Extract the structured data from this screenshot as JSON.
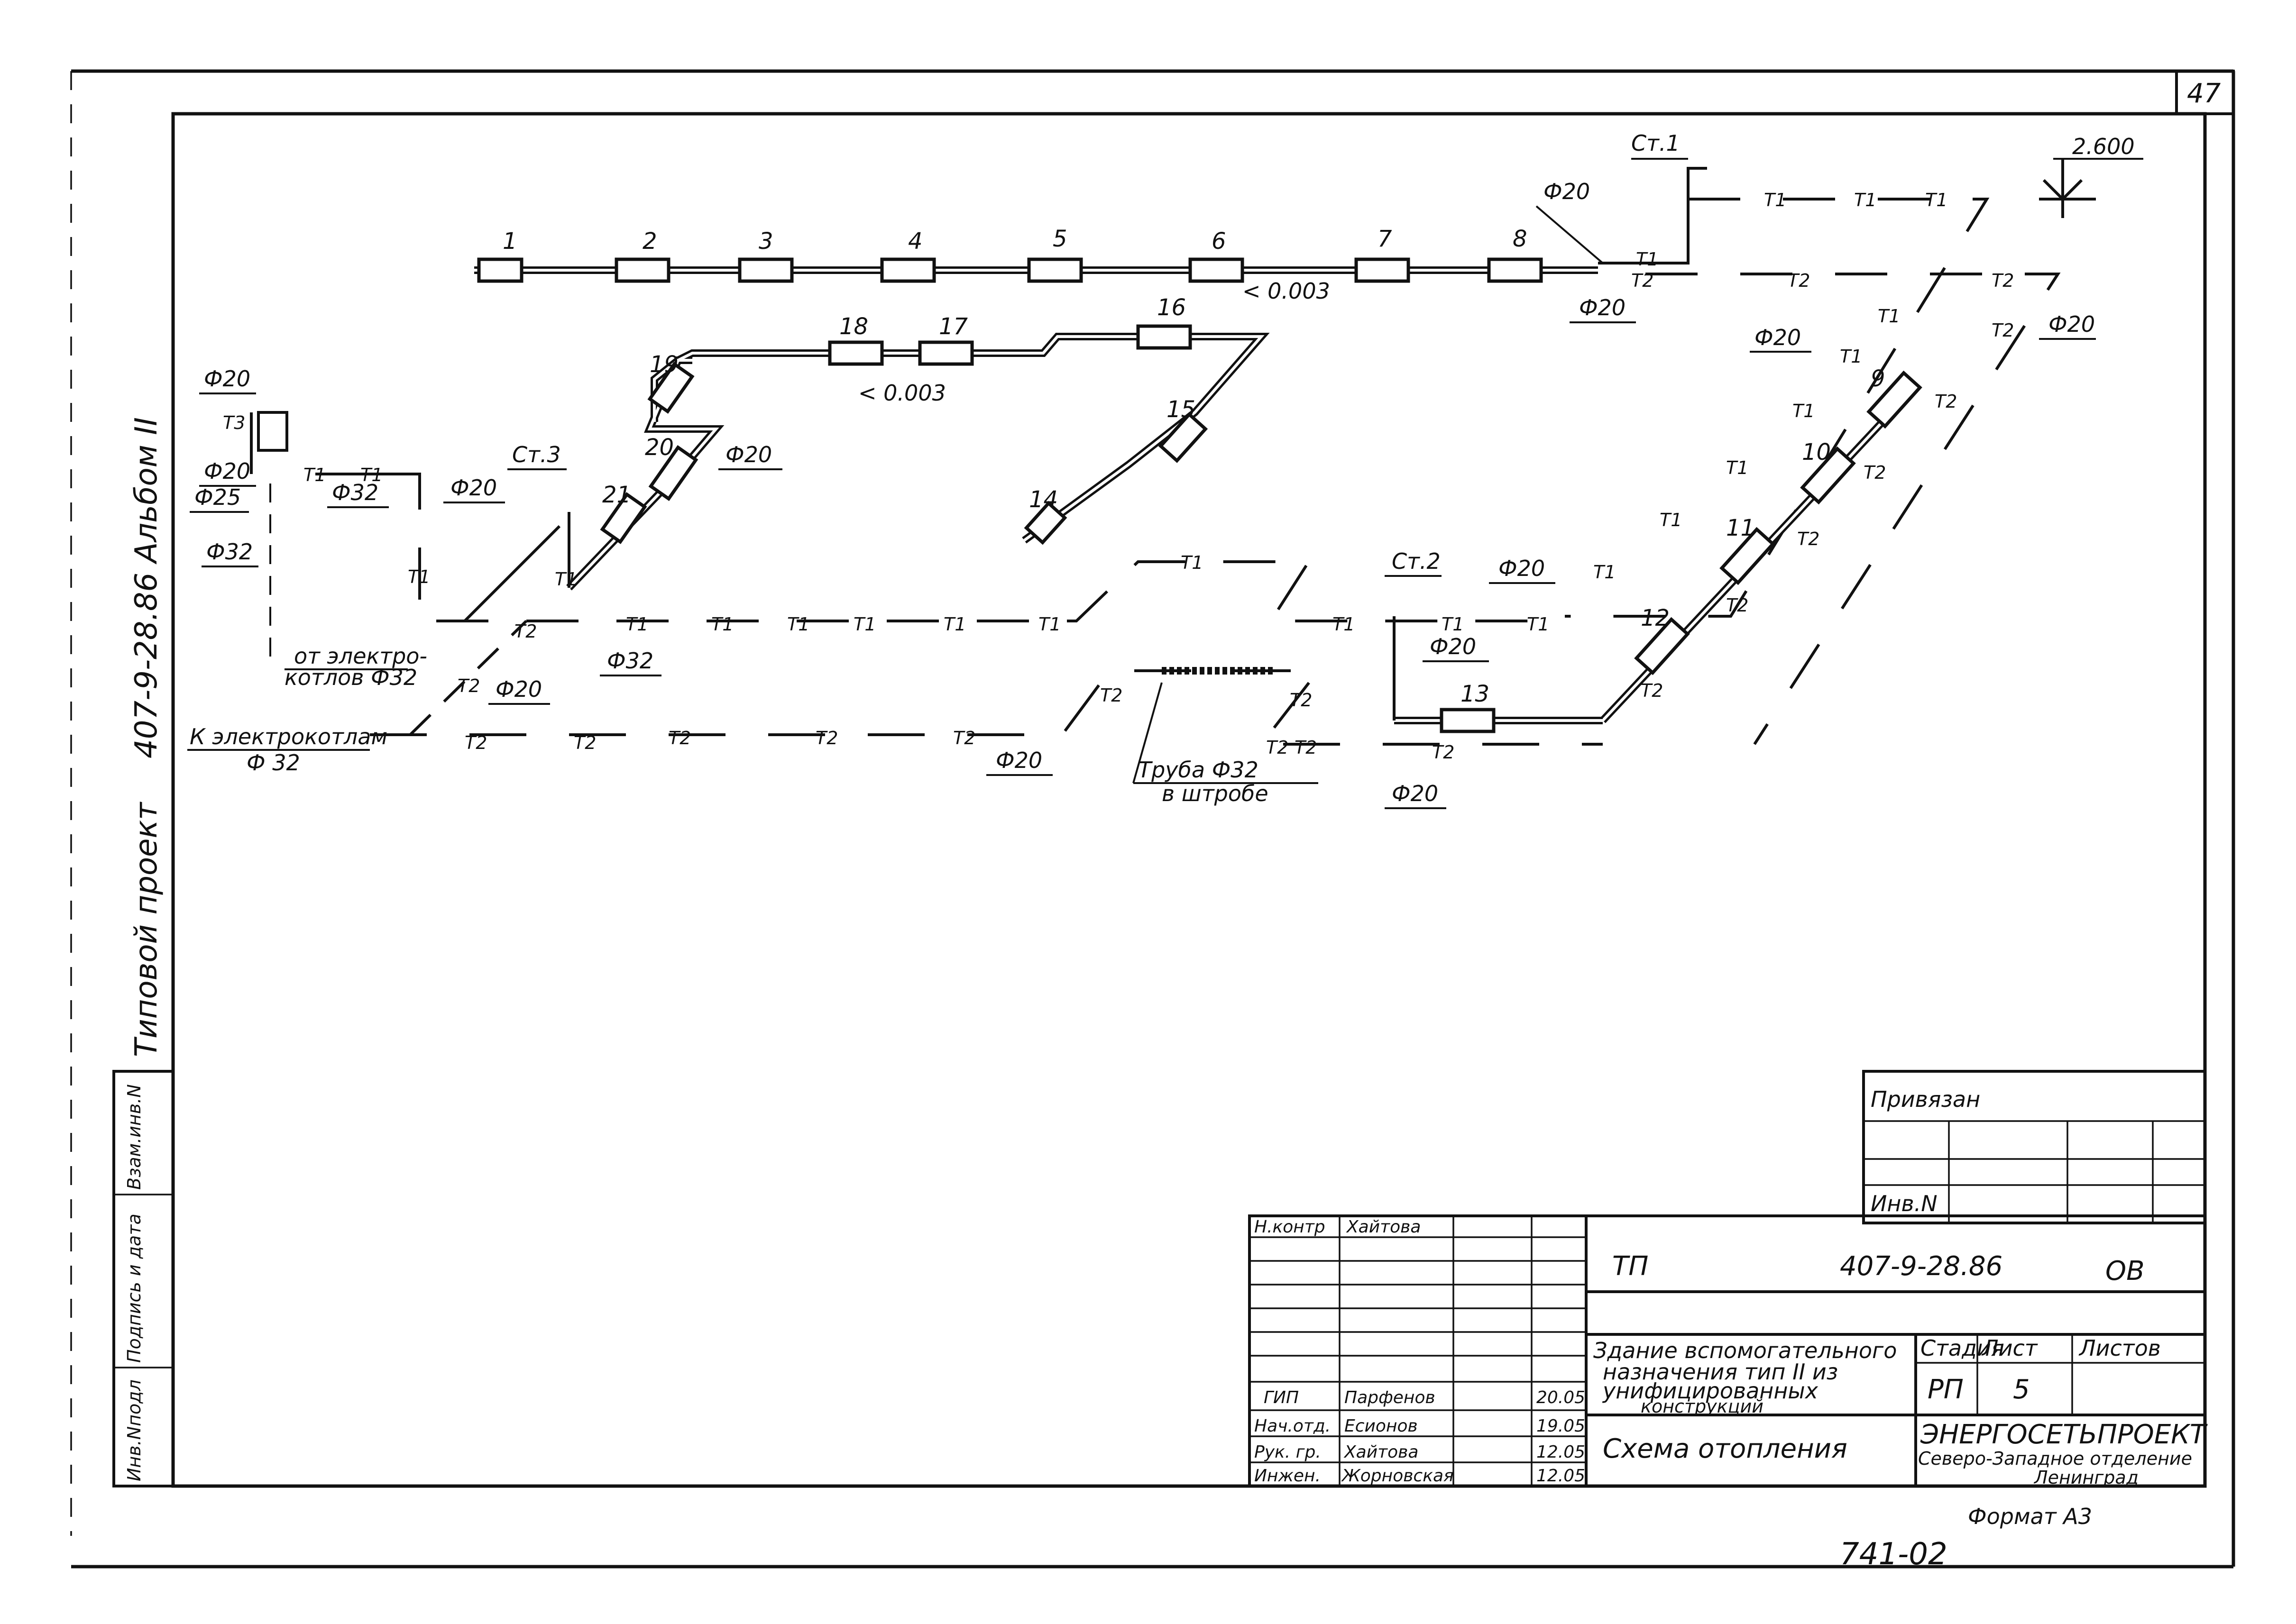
{
  "sheet": {
    "sheet_no": "47",
    "side_title_1": "Типовой проект",
    "side_title_2": "407-9-28.86 Альбом II",
    "side_stamp": [
      "Инв.Nподл",
      "Подпись и дата",
      "Взам.инв.N"
    ],
    "format": "Формат А3",
    "handwritten_no": "741-02"
  },
  "diagram": {
    "level_mark": "2.600",
    "slope_1": "< 0.003",
    "slope_2": "< 0.003",
    "risers": [
      "Ст.1",
      "Ст.2",
      "Ст.3"
    ],
    "radiators": [
      "1",
      "2",
      "3",
      "4",
      "5",
      "6",
      "7",
      "8",
      "9",
      "10",
      "11",
      "12",
      "13",
      "14",
      "15",
      "16",
      "17",
      "18",
      "19",
      "20",
      "21"
    ],
    "supply": "Т1",
    "return": "Т2",
    "d20": "Ф20",
    "d25": "Ф25",
    "d32": "Ф32",
    "from_boilers_1": "от электро-",
    "from_boilers_2": "котлов Ф32",
    "to_boiler_1": "К электрокотлам",
    "to_boiler_2": "Ф 32",
    "pipe_note_1": "Труба Ф32",
    "pipe_note_2": "в штробе",
    "t3": "Т3"
  },
  "title_block": {
    "bound_label": "Привязан",
    "inv_label": "Инв.N",
    "roles": [
      "Н.контр",
      "ГИП",
      "Нач.отд.",
      "Рук. гр.",
      "Инжен."
    ],
    "names": [
      "Хайтова",
      "Парфенов",
      "Есионов",
      "Хайтова",
      "Жорновская"
    ],
    "dates": [
      "20.05",
      "19.05",
      "12.05",
      "12.05"
    ],
    "tp": "ТП",
    "code": "407-9-28.86",
    "section": "ОВ",
    "object_1": "Здание вспомогательного",
    "object_2": "назначения тип II из",
    "object_3": "унифицированных",
    "object_4": "конструкций",
    "drawing_name": "Схема отопления",
    "stage_label": "Стадия",
    "sheet_label": "Лист",
    "sheets_label": "Листов",
    "stage": "РП",
    "sheet": "5",
    "org_1": "ЭНЕРГОСЕТЬПРОЕКТ",
    "org_2": "Северо-Западное отделение",
    "org_3": "Ленинград"
  }
}
